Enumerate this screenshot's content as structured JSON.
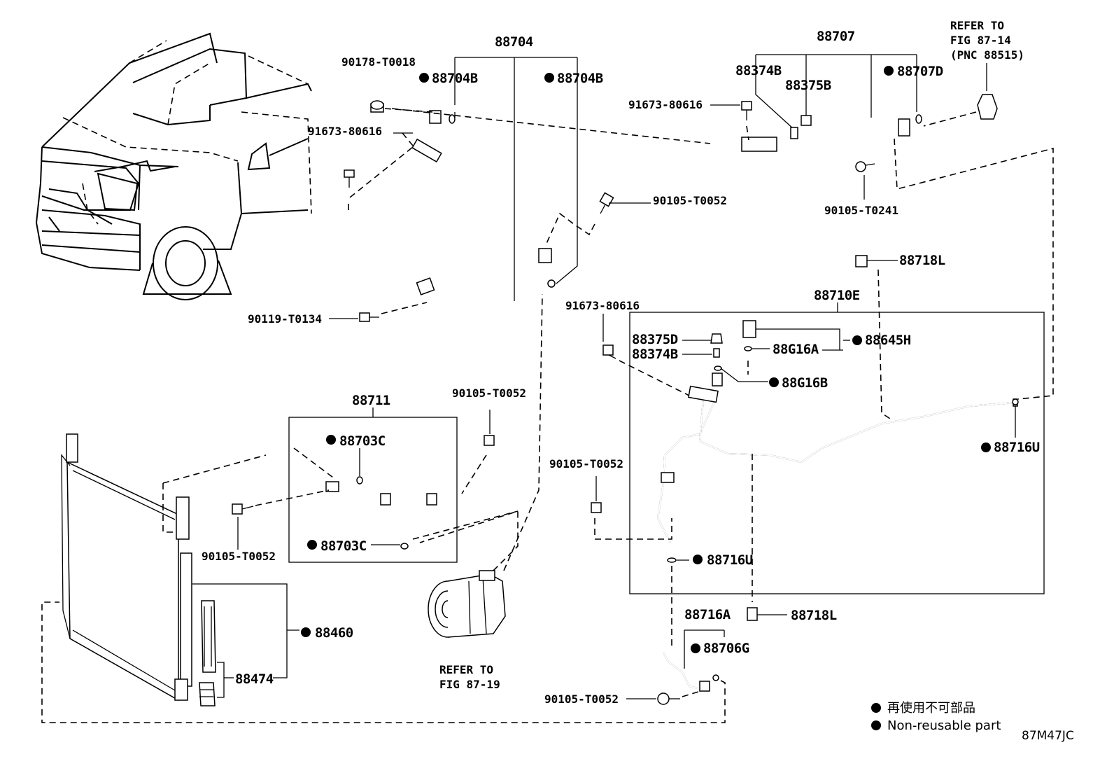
{
  "labels": {
    "l88704": "88704",
    "l90178": "90178-T0018",
    "l88704B_1": "88704B",
    "l88704B_2": "88704B",
    "l91673_a": "91673-80616",
    "l90105_a": "90105-T0052",
    "l90119": "90119-T0134",
    "l88707": "88707",
    "l88374B_a": "88374B",
    "l88375B": "88375B",
    "l88707D": "88707D",
    "l91673_b": "91673-80616",
    "l90105_0241": "90105-T0241",
    "l88718L_a": "88718L",
    "l88710E": "88710E",
    "l91673_c": "91673-80616",
    "l88375D": "88375D",
    "l88374B_b": "88374B",
    "l88G16A": "88G16A",
    "l88645H": "88645H",
    "l88G16B": "88G16B",
    "l88716U_a": "88716U",
    "l90105_b": "90105-T0052",
    "l88716U_b": "88716U",
    "l88716A": "88716A",
    "l88718L_b": "88718L",
    "l88706G": "88706G",
    "l90105_c": "90105-T0052",
    "l88711": "88711",
    "l88703C_a": "88703C",
    "l88703C_b": "88703C",
    "l90105_d": "90105-T0052",
    "l90105_e": "90105-T0052",
    "l88460": "88460",
    "l88474": "88474",
    "refer1_a": "REFER TO",
    "refer1_b": "FIG 87-14",
    "refer1_c": "(PNC 88515)",
    "refer2_a": "REFER TO",
    "refer2_b": "FIG 87-19"
  },
  "legend": {
    "line1": "再使用不可部品",
    "line2": "Non-reusable part"
  },
  "figure_code": "87M47JC"
}
